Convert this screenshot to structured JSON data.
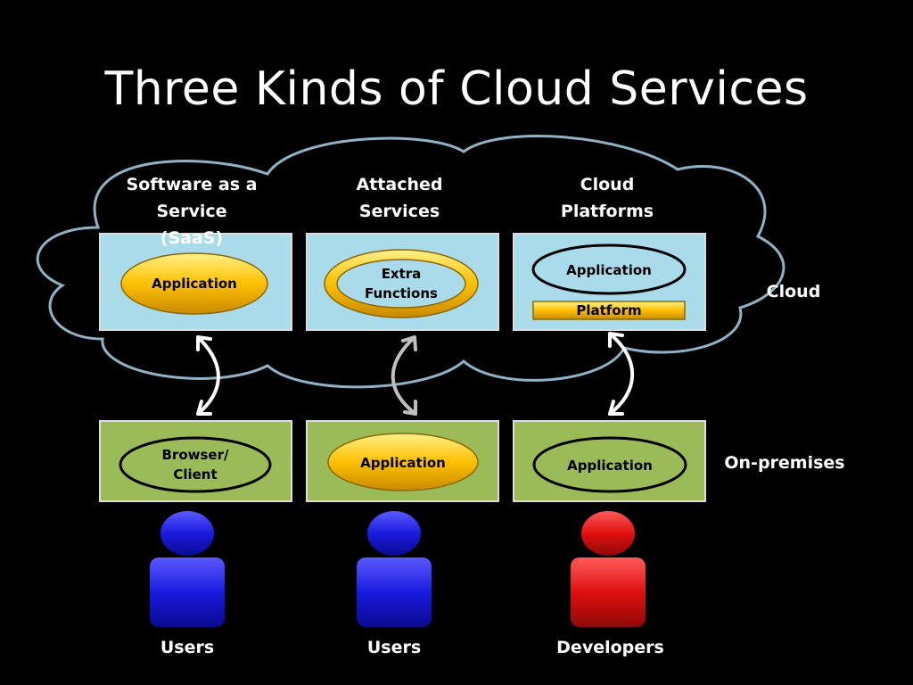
{
  "slide": {
    "title": "Three Kinds of Cloud Services"
  },
  "cloud_label": "Cloud",
  "onprem_label": "On-premises",
  "columns": [
    {
      "heading_line1": "Software as a",
      "heading_line2": "Service",
      "heading_line3": "(SaaS)",
      "cloud_item": "Application",
      "onprem_item_line1": "Browser/",
      "onprem_item_line2": "Client",
      "person_label": "Users"
    },
    {
      "heading_line1": "Attached",
      "heading_line2": "Services",
      "cloud_item_line1": "Extra",
      "cloud_item_line2": "Functions",
      "onprem_item": "Application",
      "person_label": "Users"
    },
    {
      "heading_line1": "Cloud",
      "heading_line2": "Platforms",
      "cloud_item": "Application",
      "cloud_platform": "Platform",
      "onprem_item": "Application",
      "person_label": "Developers"
    }
  ],
  "colors": {
    "background": "#000000",
    "cloud_box": "#a9dbea",
    "onprem_box": "#9bbb59",
    "gold": "#ffc000",
    "cloud_outline": "#8fb3c4",
    "users": "#1f1fe0",
    "developers": "#e01010"
  }
}
